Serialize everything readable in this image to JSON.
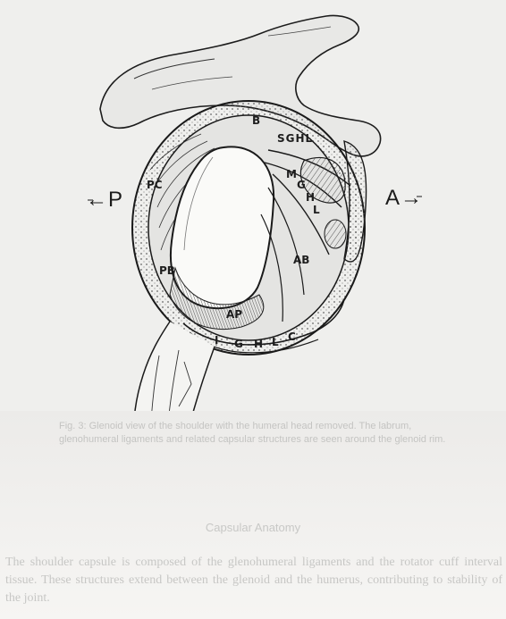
{
  "figure": {
    "direction_labels": {
      "posterior": "←P",
      "anterior": "A→"
    },
    "part_labels": {
      "b": "B",
      "sghl": "SGHL",
      "mghl": [
        "M",
        "G",
        "H",
        "L"
      ],
      "pc": "PC",
      "pb": "PB",
      "ab": "AB",
      "ap": "AP",
      "ighlc": [
        "I",
        "G",
        "H",
        "L",
        "C"
      ]
    }
  },
  "caption": "Fig. 3: Glenoid view of the shoulder with the humeral head removed. The labrum, glenohumeral ligaments and related capsular structures are seen around the glenoid rim.",
  "section_heading": "Capsular Anatomy",
  "body_text": "The shoulder capsule is composed of the glenohumeral ligaments and the rotator cuff interval tissue. These structures extend between the glenoid and the humerus, contributing to stability of the joint."
}
